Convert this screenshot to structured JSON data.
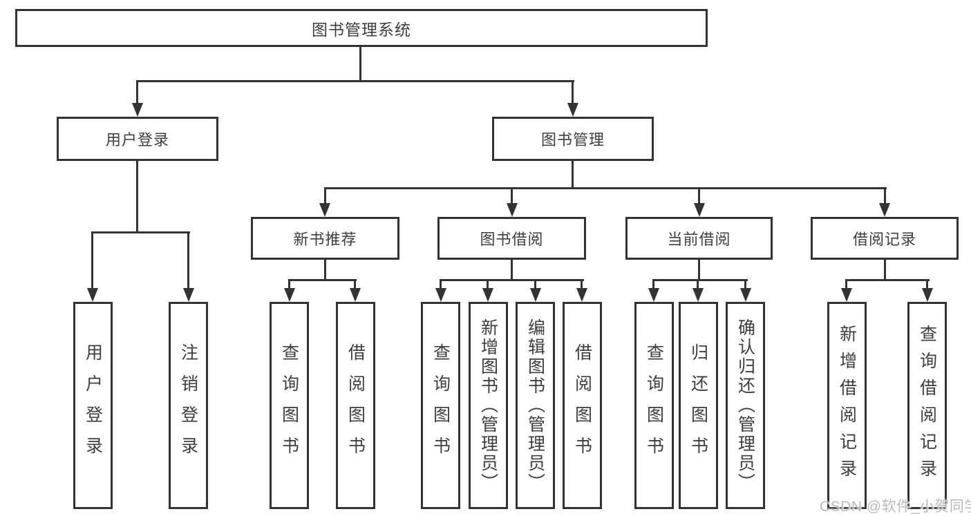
{
  "diagram": {
    "root": {
      "label": "图书管理系统"
    },
    "level2": {
      "user_login": {
        "label": "用户登录"
      },
      "book_management": {
        "label": "图书管理"
      }
    },
    "level3": {
      "new_book_rec": {
        "label": "新书推荐"
      },
      "book_borrowing": {
        "label": "图书借阅"
      },
      "current_borrowing": {
        "label": "当前借阅"
      },
      "borrowing_records": {
        "label": "借阅记录"
      }
    },
    "leaves": {
      "user_login": {
        "label": "用户登录"
      },
      "logout": {
        "label": "注销登录"
      },
      "rec_query_books": {
        "label": "查询图书"
      },
      "rec_borrow_books": {
        "label": "借阅图书"
      },
      "bb_query_books": {
        "label": "查询图书"
      },
      "bb_add_books": {
        "label": "新增图书（管理员）"
      },
      "bb_edit_books": {
        "label": "编辑图书（管理员）"
      },
      "bb_borrow_books": {
        "label": "借阅图书"
      },
      "cb_query_books": {
        "label": "查询图书"
      },
      "cb_return_books": {
        "label": "归还图书"
      },
      "cb_confirm_return": {
        "label": "确认归还（管理员）"
      },
      "br_add_record": {
        "label": "新增借阅记录"
      },
      "br_query_record": {
        "label": "查询借阅记录"
      }
    }
  },
  "watermark": {
    "text": "CSDN @软件_小贺同学"
  },
  "colors": {
    "line": "#333333",
    "text": "#3d3d3d",
    "box_fill": "#ffffff",
    "watermark": "#b9b9b9"
  }
}
